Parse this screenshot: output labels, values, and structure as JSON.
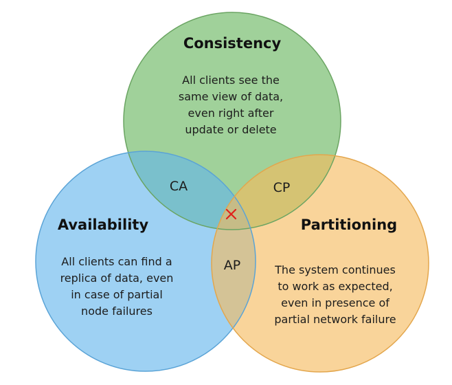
{
  "diagram": {
    "consistency": {
      "title": "Consistency",
      "lines": [
        "All clients see the",
        "same view of data,",
        "even right after",
        "update or delete"
      ],
      "fill": "#7cbf73",
      "stroke": "#6aa462"
    },
    "availability": {
      "title": "Availability",
      "lines": [
        "All clients can find a",
        "replica of data, even",
        "in case of partial",
        "node failures"
      ],
      "fill": "#62b4ec",
      "stroke": "#5aa3d6"
    },
    "partitioning": {
      "title": "Partitioning",
      "lines": [
        "The system continues",
        "to work as expected,",
        "even in presence of",
        "partial network failure"
      ],
      "fill": "#f5b95c",
      "stroke": "#e3a64c"
    },
    "overlaps": {
      "ca": "CA",
      "cp": "CP",
      "ap": "AP"
    },
    "center_mark": {
      "icon": "cross-icon",
      "color": "#e0201b"
    }
  }
}
